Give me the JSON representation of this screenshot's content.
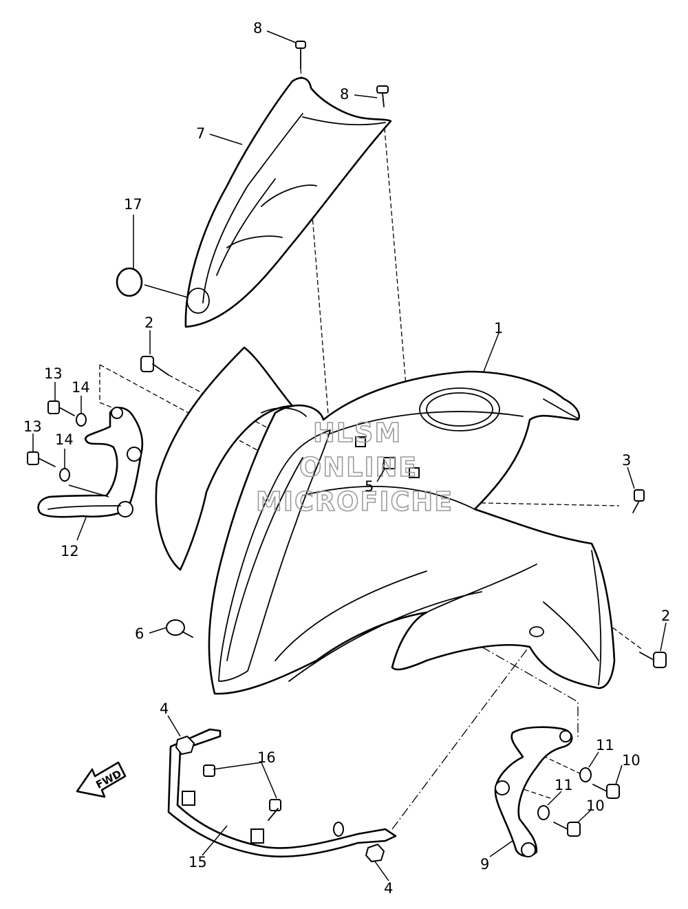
{
  "callouts": {
    "c1": "1",
    "c2a": "2",
    "c2b": "2",
    "c3": "3",
    "c4a": "4",
    "c4b": "4",
    "c5": "5",
    "c6": "6",
    "c7": "7",
    "c8a": "8",
    "c8b": "8",
    "c9": "9",
    "c10a": "10",
    "c10b": "10",
    "c11a": "11",
    "c11b": "11",
    "c12": "12",
    "c13a": "13",
    "c13b": "13",
    "c14a": "14",
    "c14b": "14",
    "c15": "15",
    "c16": "16",
    "c17": "17"
  },
  "watermark": {
    "line1": "HLSM",
    "line2": "ONLINE",
    "line3": "MICROFICHE"
  },
  "fwd_label": "FWD"
}
